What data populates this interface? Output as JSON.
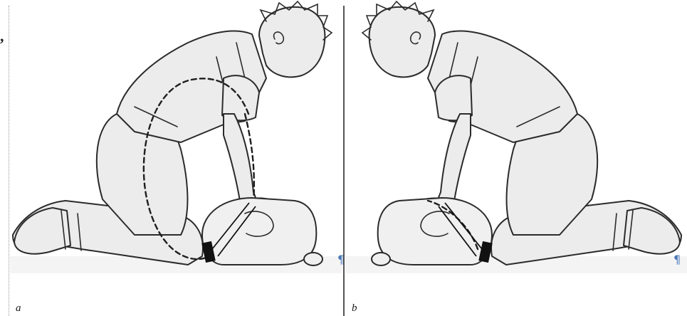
{
  "figure": {
    "panels": [
      {
        "id": "a",
        "label": "a",
        "pilcrow": "¶"
      },
      {
        "id": "b",
        "label": "b",
        "pilcrow": "¶"
      }
    ],
    "margin_mark": ","
  }
}
